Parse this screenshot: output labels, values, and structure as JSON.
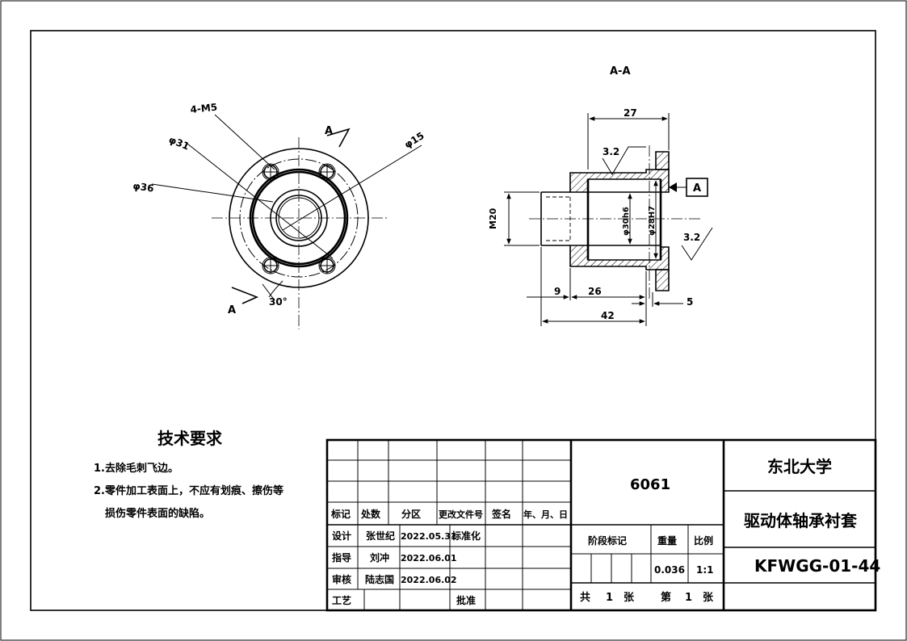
{
  "drawing": {
    "section_label": "A-A",
    "front_view": {
      "label_4m5": "4-M5",
      "label_d31": "φ31",
      "label_d36": "φ36",
      "label_d15": "φ15",
      "label_a_top": "A",
      "label_a_bottom": "A",
      "label_angle": "30°"
    },
    "section_view": {
      "dim_27": "27",
      "rough_1": "3.2",
      "rough_2": "3.2",
      "datum": "A",
      "dim_m20": "M20",
      "dim_d30": "φ30h6",
      "dim_d28": "φ28H7",
      "dim_9": "9",
      "dim_26": "26",
      "dim_42": "42",
      "dim_5": "5"
    }
  },
  "tech": {
    "title": "技术要求",
    "line1": "1.去除毛刺飞边。",
    "line2": "2.零件加工表面上，不应有划痕、擦伤等",
    "line3": "损伤零件表面的缺陷。"
  },
  "title_block": {
    "headers": [
      "标记",
      "处数",
      "分区",
      "更改文件号",
      "签名",
      "年、月、日"
    ],
    "design": {
      "role": "设计",
      "name": "张世纪",
      "date": "2022.05.31",
      "std": "标准化"
    },
    "guide": {
      "role": "指导",
      "name": "刘冲",
      "date": "2022.06.01"
    },
    "review": {
      "role": "审核",
      "name": "陆志国",
      "date": "2022.06.02"
    },
    "process": {
      "role": "工艺",
      "approve": "批准"
    },
    "material": "6061",
    "stage_label": "阶段标记",
    "weight_label": "重量",
    "scale_label": "比例",
    "weight": "0.036",
    "scale": "1:1",
    "sheets_total_label": "共",
    "sheets_total": "1",
    "sheets_unit1": "张",
    "sheet_no_label": "第",
    "sheet_no": "1",
    "sheets_unit2": "张",
    "org": "东北大学",
    "part_name": "驱动体轴承衬套",
    "drawing_no": "KFWGG-01-44"
  }
}
